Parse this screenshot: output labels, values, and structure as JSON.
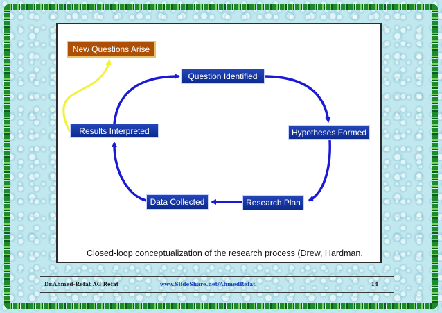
{
  "diagram": {
    "new_questions": "New Questions Arise",
    "question_identified": "Question Identified",
    "hypotheses_formed": "Hypotheses Formed",
    "research_plan": "Research Plan",
    "data_collected": "Data Collected",
    "results_interpreted": "Results Interpreted",
    "caption": "Closed-loop conceptualization of the research process (Drew, Hardman,"
  },
  "footer": {
    "author": "Dr.Ahmed-Refat AG Refat",
    "link": "www.SlideShare.net/AhmedRefat",
    "page": "14"
  },
  "colors": {
    "box_blue": "#0b2a8f",
    "box_orange": "#ad4f06",
    "arrow_blue": "#1a1ad6",
    "arrow_yellow": "#f2f23a",
    "border_green": "#1e8a2e"
  }
}
